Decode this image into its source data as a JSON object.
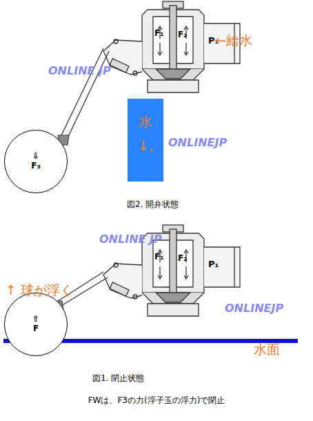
{
  "diagram": {
    "caption": "FWは、F3の力(浮子玉の浮力)で閉止",
    "nodes": [
      {
        "text": [
          "⇩",
          "F₃"
        ]
      },
      {
        "text": [
          "水",
          "↓,"
        ]
      },
      {
        "text": [
          "⇧",
          "F"
        ]
      }
    ],
    "labels": [
      "F₁",
      "F₂",
      "P₁",
      "←給水",
      "ONLINE JP",
      "ONLINEJP",
      "図2. 開弁状態",
      "ONLINE JP",
      "F₁",
      "F₂",
      "P₁",
      "↑ 球が浮く",
      "ONLINEJP",
      "水面",
      "図1. 閉止状態"
    ]
  }
}
